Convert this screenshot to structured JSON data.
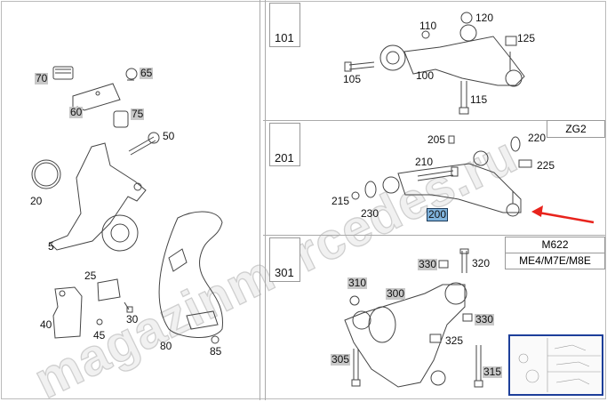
{
  "watermark": "magazinmercedes.ru",
  "left_panel": {
    "labels": [
      {
        "id": "70",
        "gray": true
      },
      {
        "id": "65",
        "gray": true
      },
      {
        "id": "60",
        "gray": true
      },
      {
        "id": "75",
        "gray": true
      },
      {
        "id": "50",
        "gray": false
      },
      {
        "id": "20",
        "gray": false
      },
      {
        "id": "5",
        "gray": false
      },
      {
        "id": "25",
        "gray": false
      },
      {
        "id": "30",
        "gray": false
      },
      {
        "id": "40",
        "gray": false
      },
      {
        "id": "45",
        "gray": false
      },
      {
        "id": "80",
        "gray": false
      },
      {
        "id": "85",
        "gray": false
      }
    ]
  },
  "section_1": {
    "ref": "101",
    "labels": [
      "110",
      "120",
      "125",
      "105",
      "100",
      "115"
    ]
  },
  "section_2": {
    "ref": "201",
    "code": "ZG2",
    "labels": [
      "205",
      "220",
      "210",
      "225",
      "215",
      "230",
      "200"
    ],
    "highlighted": "200",
    "arrow_color": "#e8231c"
  },
  "section_3": {
    "ref": "301",
    "codes": [
      "M622",
      "ME4/M7E/M8E"
    ],
    "labels": [
      "330",
      "320",
      "310",
      "300",
      "330",
      "325",
      "305",
      "315"
    ]
  },
  "colors": {
    "highlight": "#7fb2dc",
    "gray_label": "#c8c8c8",
    "thumbnail_border": "#1d3f9a"
  }
}
